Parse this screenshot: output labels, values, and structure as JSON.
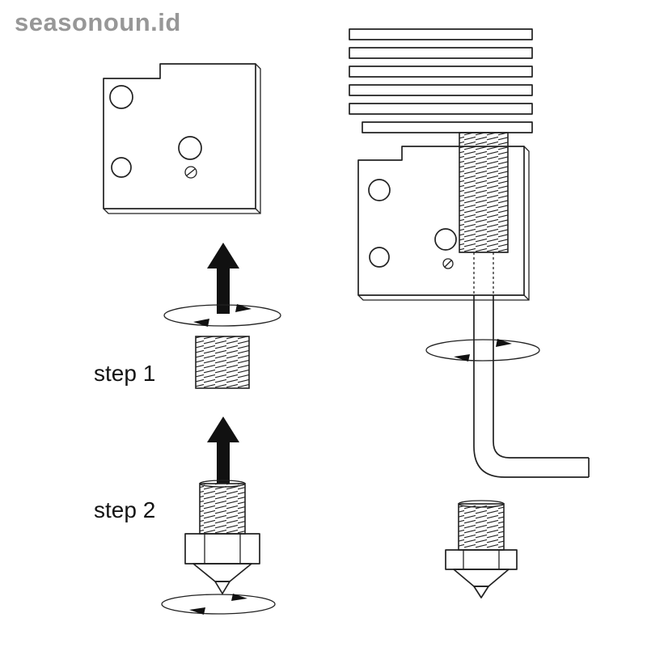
{
  "watermark": "seasonoun.id",
  "labels": {
    "step1": "step 1",
    "step2": "step 2"
  },
  "colors": {
    "line": "#222222",
    "arrow": "#111111",
    "watermark": "#979797",
    "background": "#ffffff"
  },
  "parts": {
    "left_top": "heater-block",
    "left_middle": "heatbreak-throat",
    "left_bottom": "nozzle",
    "right_top": "heatsink",
    "right_middle": "heater-block-assembled",
    "right_tool": "allen-key",
    "right_bottom": "nozzle",
    "motion_hints": "rotation-arrow, up-arrow"
  }
}
